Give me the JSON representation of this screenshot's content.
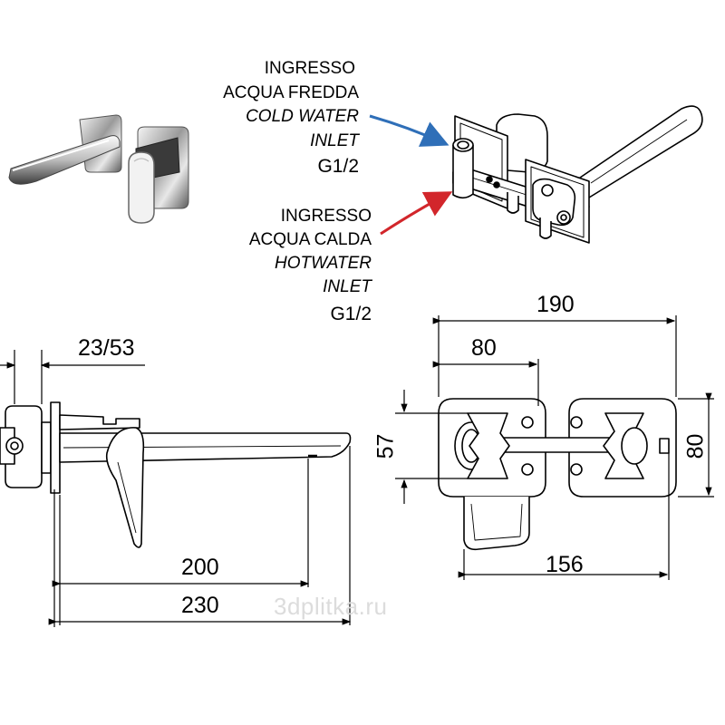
{
  "cold_inlet": {
    "line1": "INGRESSO",
    "line2": "ACQUA FREDDA",
    "line3": "COLD WATER",
    "line4": "INLET",
    "thread": "G1/2",
    "arrow_color": "#2f6fb8"
  },
  "hot_inlet": {
    "line1": "INGRESSO",
    "line2": "ACQUA CALDA",
    "line3": "HOTWATER",
    "line4": "INLET",
    "thread": "G1/2",
    "arrow_color": "#d2262b"
  },
  "dimensions": {
    "depth": "23/53",
    "spout_length": "200",
    "total_length": "230",
    "overall_width": "190",
    "handle_spacing": "80",
    "plate_height": "57",
    "height": "80",
    "body_width": "156"
  },
  "watermark": "3dplitka.ru"
}
